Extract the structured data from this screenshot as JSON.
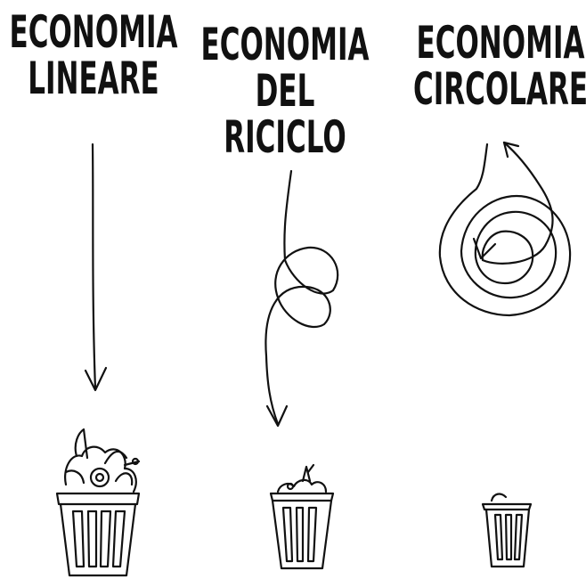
{
  "columns": [
    {
      "id": "linear",
      "title_lines": [
        "ECONOMIA",
        "LINEARE"
      ],
      "waste_level": "large"
    },
    {
      "id": "recycling",
      "title_lines": [
        "ECONOMIA",
        "DEL",
        "RICICLO"
      ],
      "waste_level": "medium"
    },
    {
      "id": "circular",
      "title_lines": [
        "ECONOMIA",
        "CIRCOLARE"
      ],
      "waste_level": "minimal"
    }
  ],
  "colors": {
    "ink": "#111111",
    "background": "#ffffff"
  },
  "icons": [
    "straight-arrow-icon",
    "looping-arrow-icon",
    "spiral-arrow-icon",
    "trash-bin-icon"
  ]
}
